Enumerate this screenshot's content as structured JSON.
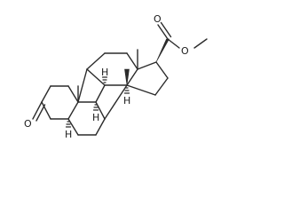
{
  "molecule": {
    "atom_labels": {
      "oxygen_ketone": "O",
      "oxygen_carbonyl": "O",
      "oxygen_ester": "O",
      "hydrogen_c5": "H",
      "hydrogen_c8": "H",
      "hydrogen_c9": "H",
      "hydrogen_c14": "H"
    },
    "colors": {
      "bond": "#2b2b2b",
      "text": "#1a1a1a",
      "background": "#ffffff"
    }
  }
}
